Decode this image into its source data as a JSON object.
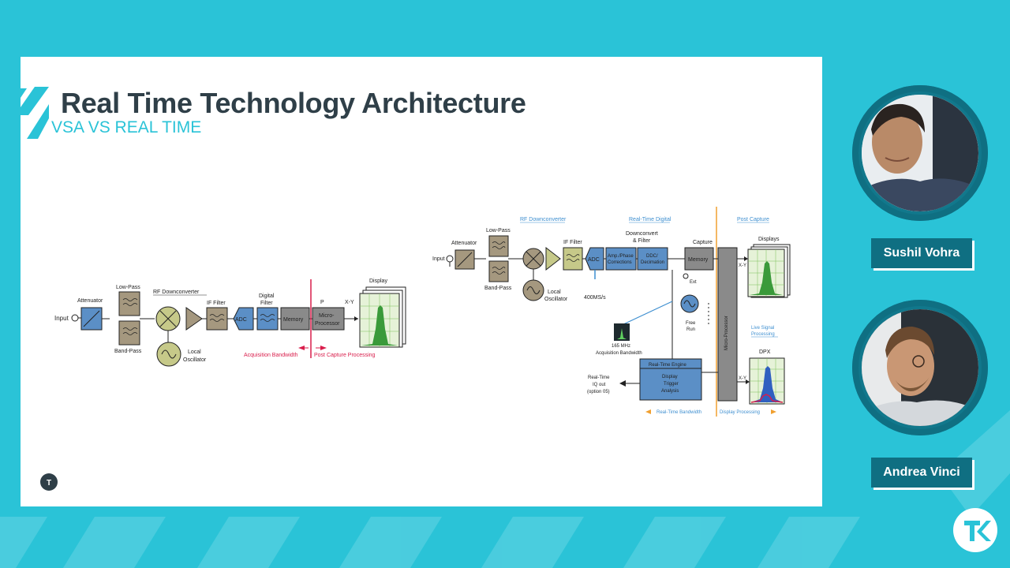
{
  "slide": {
    "title": "Real Time Technology Architecture",
    "subtitle": "VSA VS REAL TIME"
  },
  "left_diagram": {
    "input": "Input",
    "attenuator": "Attenuator",
    "low_pass": "Low-Pass",
    "band_pass": "Band-Pass",
    "rf_downconverter": "RF Downconverter",
    "local": "Local",
    "oscillator": "Oscillator",
    "if_filter": "IF Filter",
    "adc": "ADC",
    "digital": "Digital",
    "filter": "Filter",
    "memory": "Memory",
    "p": "P",
    "micro": "Micro-",
    "processor": "Processor",
    "xy": "X-Y",
    "display": "Display",
    "acquisition_bandwidth": "Acquisition Bandwidth",
    "post_capture_processing": "Post Capture Processing"
  },
  "right_diagram": {
    "hdr_rf": "RF Downconverter",
    "hdr_rtd": "Real-Time Digital",
    "hdr_post": "Post Capture",
    "input": "Input",
    "attenuator": "Attenuator",
    "low_pass": "Low-Pass",
    "band_pass": "Band-Pass",
    "if_filter": "IF Filter",
    "adc": "ADC",
    "rate": "400MS/s",
    "local": "Local",
    "oscillator": "Oscillator",
    "downconvert": "Downconvert",
    "and_filter": "& Filter",
    "amp_phase_1": "Amp./Phase",
    "amp_phase_2": "Corrections",
    "ddc_1": "DDC/",
    "ddc_2": "Decimation",
    "capture": "Capture",
    "memory": "Memory",
    "ext": "Ext",
    "free": "Free",
    "run": "Run",
    "micro_processor": "Micro-Processor",
    "displays": "Displays",
    "xy1": "X-Y",
    "xy2": "X-Y",
    "live_1": "Live Signal",
    "live_2": "Processing",
    "dpx": "DPX",
    "mhz": "165 MHz",
    "acq_bw": "Acquisition Bandwidth",
    "rte": "Real-Time Engine",
    "rte_display": "Display",
    "rte_trigger": "Trigger",
    "rte_analysis": "Analysis",
    "iq_1": "Real-Time",
    "iq_2": "IQ out",
    "iq_3": "(option 05)",
    "rt_bw": "Real-Time Bandwidth",
    "disp_proc": "Display Processing"
  },
  "participants": [
    {
      "name": "Sushil Vohra"
    },
    {
      "name": "Andrea Vinci"
    }
  ],
  "colors": {
    "background": "#2ac3d7",
    "teal_dark": "#0f6f82",
    "block_blue": "#5b8fc6",
    "block_gray": "#8a8a8a",
    "tan": "#a5987f",
    "olive": "#c6c989",
    "red": "#d91d4b",
    "orange": "#f0a030"
  }
}
